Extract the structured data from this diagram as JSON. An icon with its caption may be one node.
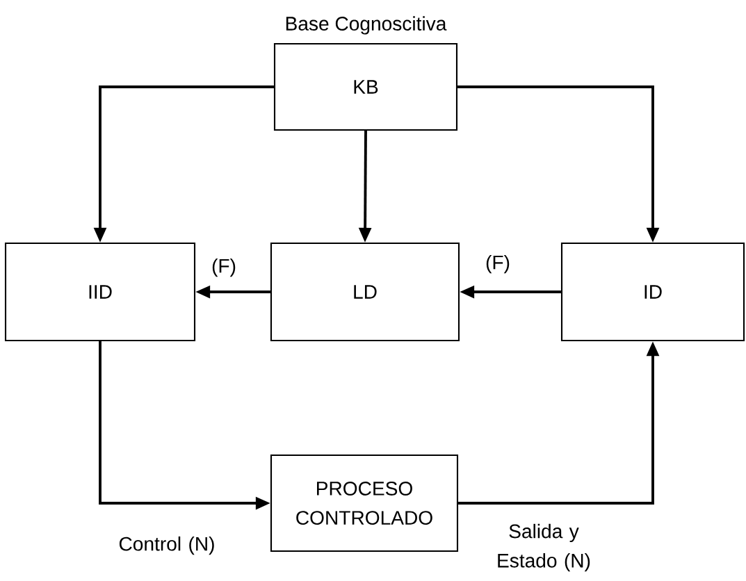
{
  "diagram": {
    "nodes": [
      {
        "text": [
          "Base Cognoscitiva",
          "KB"
        ]
      },
      {
        "text": [
          "IID"
        ]
      },
      {
        "text": [
          "LD"
        ]
      },
      {
        "text": [
          "ID"
        ]
      },
      {
        "text": [
          "PROCESO CONTROLADO"
        ]
      }
    ],
    "edges": [
      {
        "from": 0,
        "to": 1,
        "arrow": "to"
      },
      {
        "from": 0,
        "to": 2,
        "arrow": "to"
      },
      {
        "from": 0,
        "to": 3,
        "arrow": "to"
      },
      {
        "from": 2,
        "to": 1,
        "arrow": "to",
        "label": "(F)"
      },
      {
        "from": 3,
        "to": 2,
        "arrow": "to",
        "label": "(F)"
      },
      {
        "from": 1,
        "to": 4,
        "arrow": "to",
        "label": "Control (N)"
      },
      {
        "from": 4,
        "to": 3,
        "arrow": "to",
        "label": "Salida y Estado (N)"
      }
    ]
  }
}
